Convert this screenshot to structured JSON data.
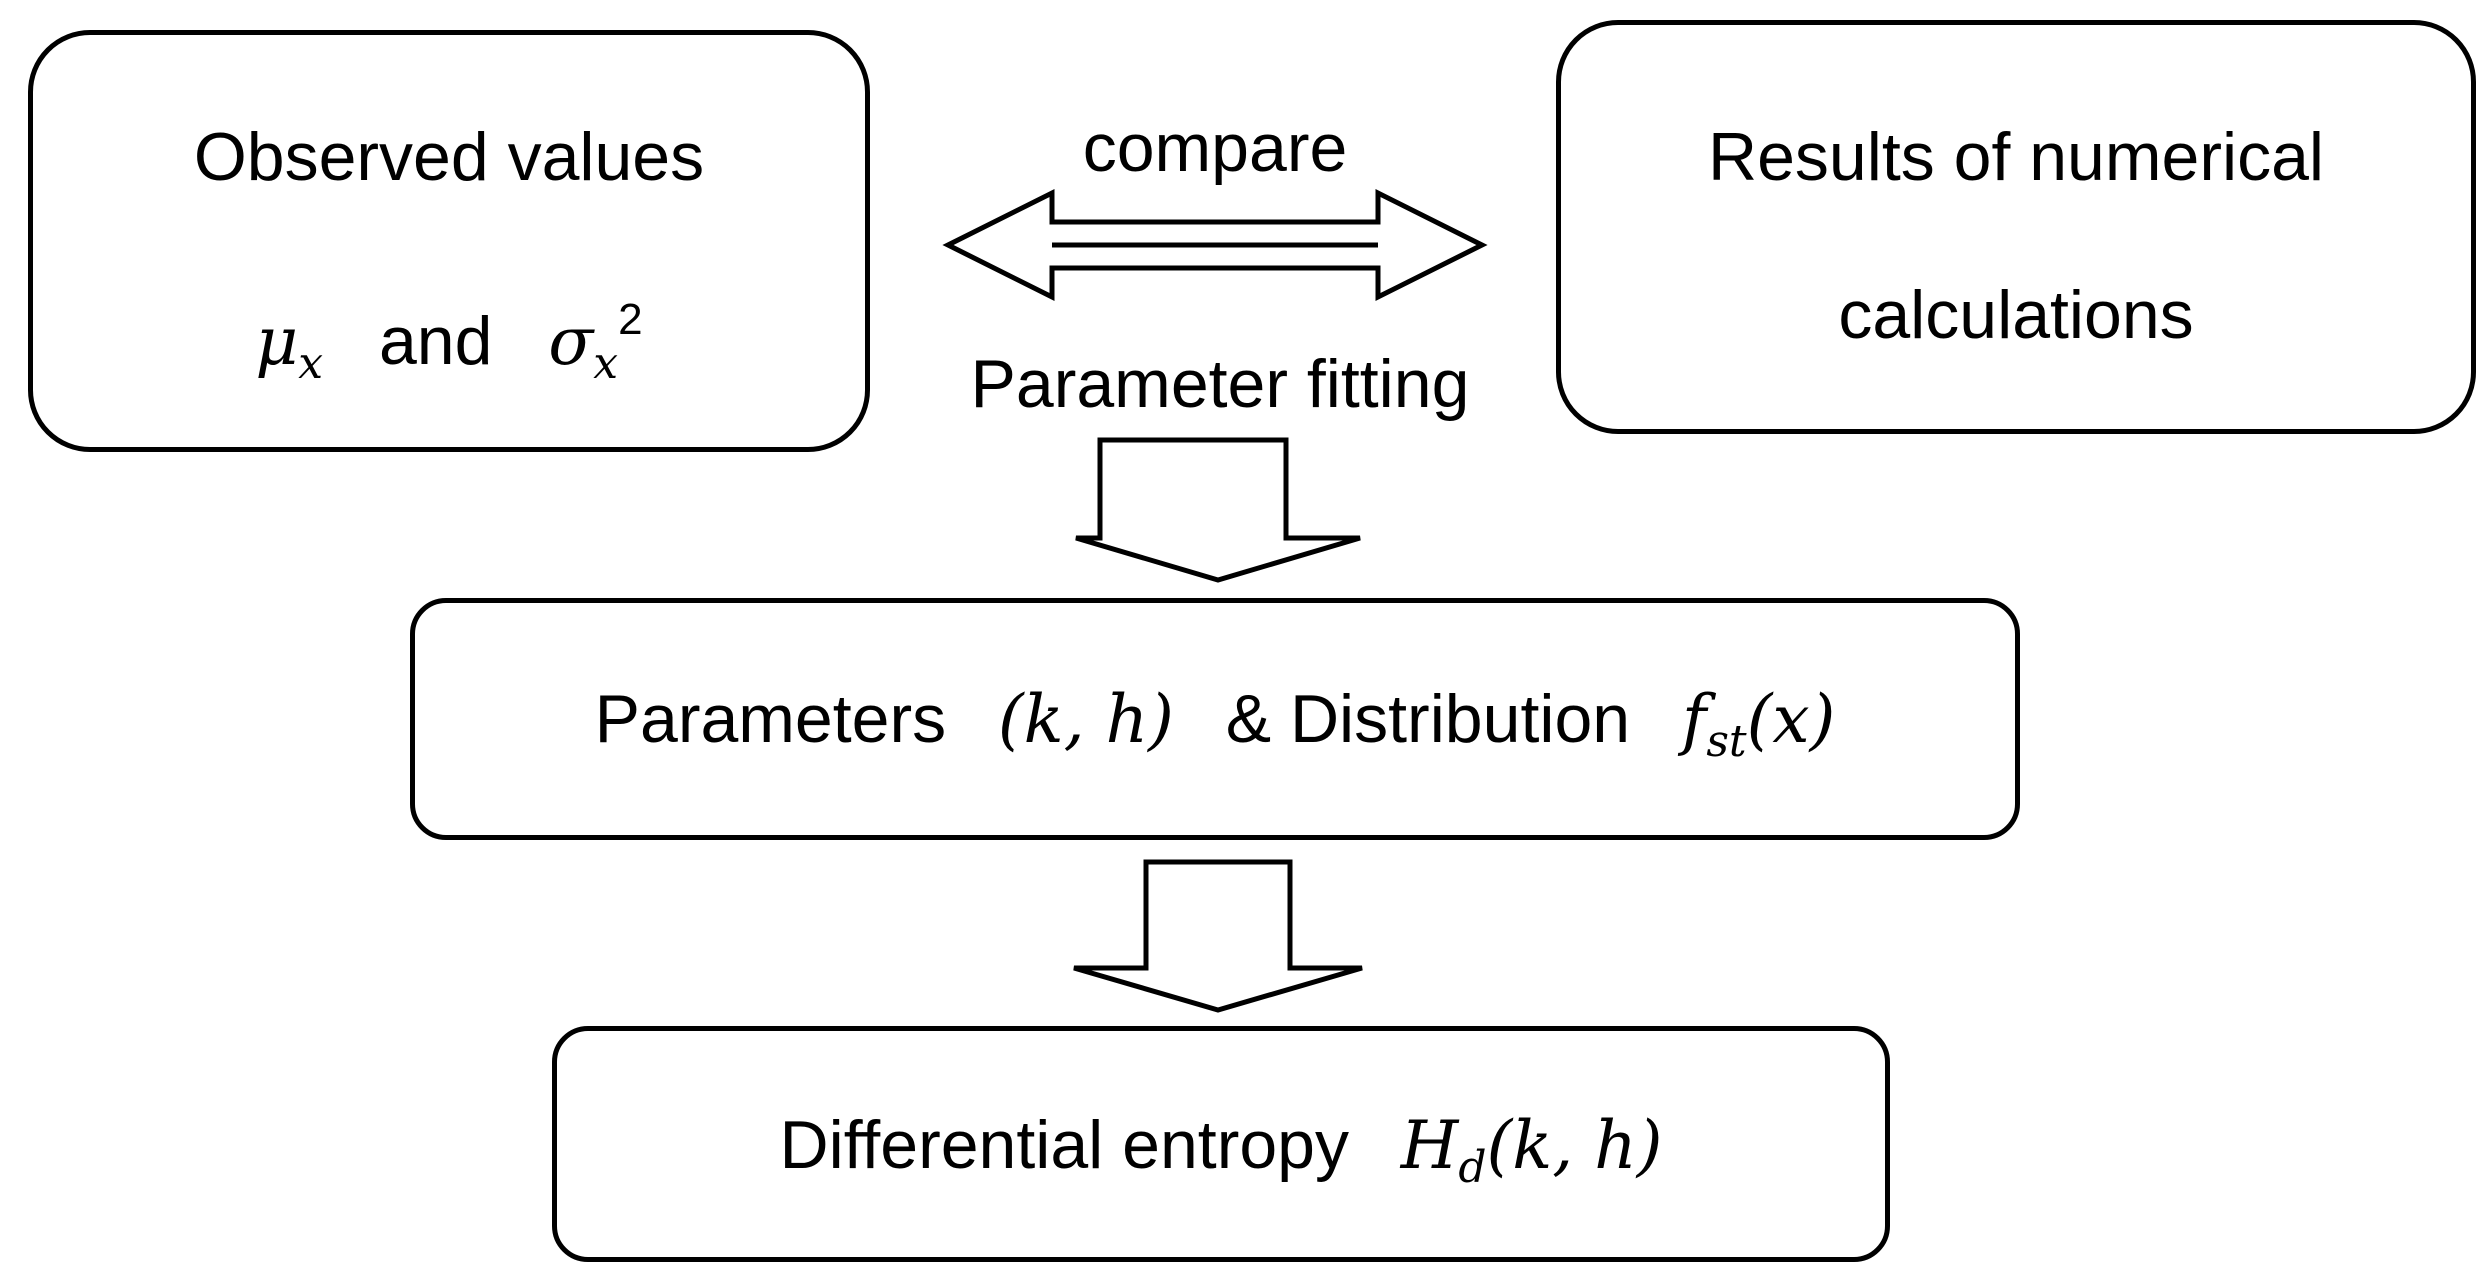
{
  "observed": {
    "title": "Observed values",
    "mu_symbol": "μ",
    "mu_sub": "x",
    "conjunction": "and",
    "sigma_symbol": "σ",
    "sigma_sub": "x",
    "sigma_sup": "2"
  },
  "results": {
    "line1": "Results of numerical",
    "line2": "calculations"
  },
  "compare_label": "compare",
  "fitting_label": "Parameter fitting",
  "params": {
    "prefix": "Parameters",
    "params_math": "(k, h)",
    "mid": "& Distribution",
    "f_symbol": "f",
    "f_sub": "st",
    "f_arg": "(x)"
  },
  "entropy": {
    "prefix": "Differential entropy",
    "h_symbol": "H",
    "h_sub": "d",
    "h_arg": "(k, h)"
  }
}
